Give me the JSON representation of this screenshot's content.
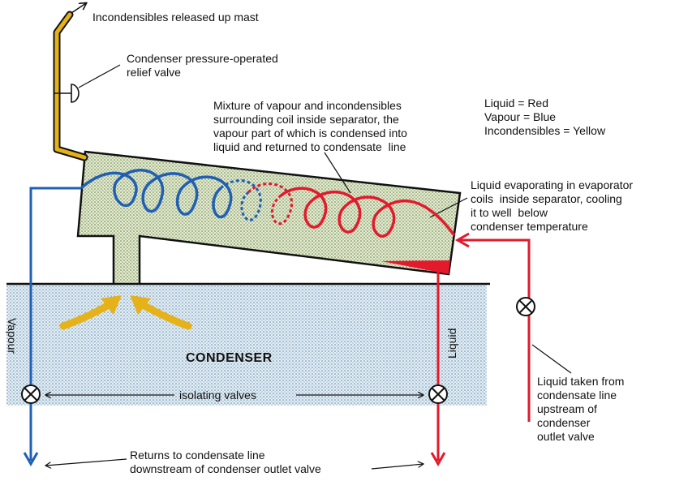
{
  "labels": {
    "mast": "Incondensibles released up mast",
    "relief_valve": "Condenser pressure-operated\nrelief valve",
    "mixture": "Mixture of vapour and incondensibles\nsurrounding coil inside separator, the\nvapour part of which is condensed into\nliquid and returned to condensate  line",
    "evaporating": "Liquid evaporating in evaporator\ncoils  inside separator, cooling\nit to well  below\ncondenser temperature",
    "condenser": "CONDENSER",
    "isolating": "isolating valves",
    "vapour_side": "Vapour",
    "liquid_side": "Liquid",
    "taken": "Liquid taken from\ncondensate line\nupstream of\ncondenser\noutlet valve",
    "returns": "Returns to condensate line\ndownstream of condenser outlet valve"
  },
  "legend": {
    "liquid": "Liquid = Red",
    "vapour": "Vapour = Blue",
    "incondensibles": "Incondensibles = Yellow"
  },
  "colors": {
    "liquid": "#e21a2c",
    "vapour": "#1f5fb4",
    "incondensibles": "#e6b21a",
    "separator_fill": "#dfe6c8",
    "condenser_fill": "#dbe7ef"
  }
}
